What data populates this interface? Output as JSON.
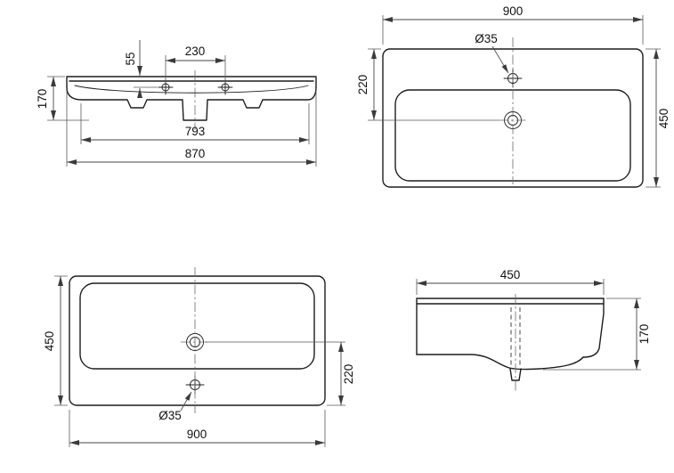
{
  "drawing": {
    "colors": {
      "line": "#1d1d1d",
      "dimension": "#454545",
      "background": "#ffffff"
    },
    "front": {
      "hole_spacing": "230",
      "hole_setback": "55",
      "height": "170",
      "inner_width": "793",
      "overall_width": "870"
    },
    "plan_top": {
      "overall_width": "900",
      "depth": "450",
      "drain_offset": "220",
      "hole_diameter": "Ø35"
    },
    "plan_bottom": {
      "overall_width": "900",
      "depth": "450",
      "drain_offset": "220",
      "hole_diameter": "Ø35"
    },
    "side": {
      "depth": "450",
      "height": "170"
    }
  }
}
